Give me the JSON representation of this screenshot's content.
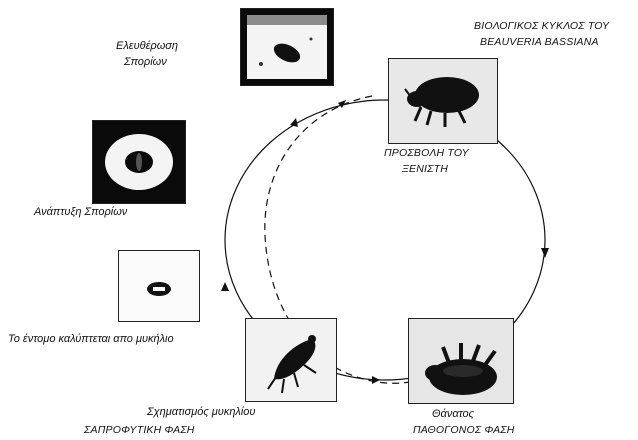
{
  "title_line1": "ΒΙΟΛΟΓΙΚΟΣ ΚΥΚΛΟΣ ΤΟΥ",
  "title_line2": "BEAUVERIA BASSIANA",
  "stages": {
    "release": {
      "line1": "Ελευθέρωση",
      "line2": "Σπορίων"
    },
    "development": "Ανάπτυξη Σπορίων",
    "covered": "Το έντομο καλύπτεται απο μυκήλιο",
    "mycelium": "Σχηματισμός μυκηλίου",
    "attack": {
      "line1": "ΠΡΟΣΒΟΛΗ ΤΟΥ",
      "line2": "ΞΕΝΙΣΤΗ"
    },
    "death": "Θάνατος"
  },
  "phases": {
    "saprophytic": "ΣΑΠΡΟΦΥΤΙΚΗ ΦΑΣΗ",
    "pathogenic": "ΠΑΘΟΓΟΝΟΣ ΦΑΣΗ"
  },
  "colors": {
    "ink": "#111111",
    "photo_dark": "#0a0a0a",
    "photo_light": "#f4f4f4"
  }
}
